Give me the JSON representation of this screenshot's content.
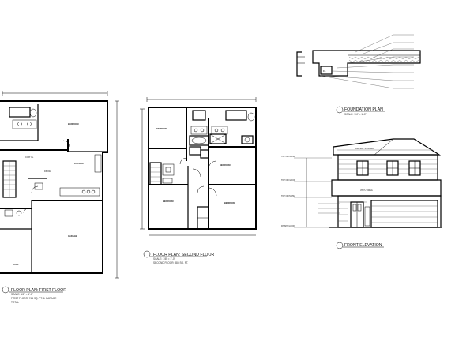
{
  "drawings": {
    "first_floor": {
      "title": "FLOOR PLAN: FIRST FLOOR",
      "scale": "SCALE: 1/8\" = 1'-0\"",
      "note": "FIRST FLOOR: 744 SQ. FT. & GARAGE",
      "note2": "TOTAL"
    },
    "second_floor": {
      "title": "FLOOR PLAN: SECOND FLOOR",
      "scale": "SCALE: 1/8\" = 1'-0\"",
      "note": "SECOND FLOOR: 884 SQ. FT."
    },
    "foundation": {
      "title": "FOUNDATION PLAN",
      "scale": "SCALE: 1/4\" = 1'-0\""
    },
    "front_elevation": {
      "title": "FRONT ELEVATION"
    }
  },
  "elevation_labels": {
    "top_of_plate_upper": "TOP OF PLATE",
    "top_of_floor_upper": "TOP OF FLOOR",
    "top_of_plate_lower": "TOP OF PLATE",
    "finish_floor": "FINISH FLOOR",
    "vinyl_siding": "VINYL SIDING",
    "shingles": "ASPHALT SHINGLES"
  },
  "colors": {
    "ink": "#000000",
    "paper": "#ffffff"
  }
}
